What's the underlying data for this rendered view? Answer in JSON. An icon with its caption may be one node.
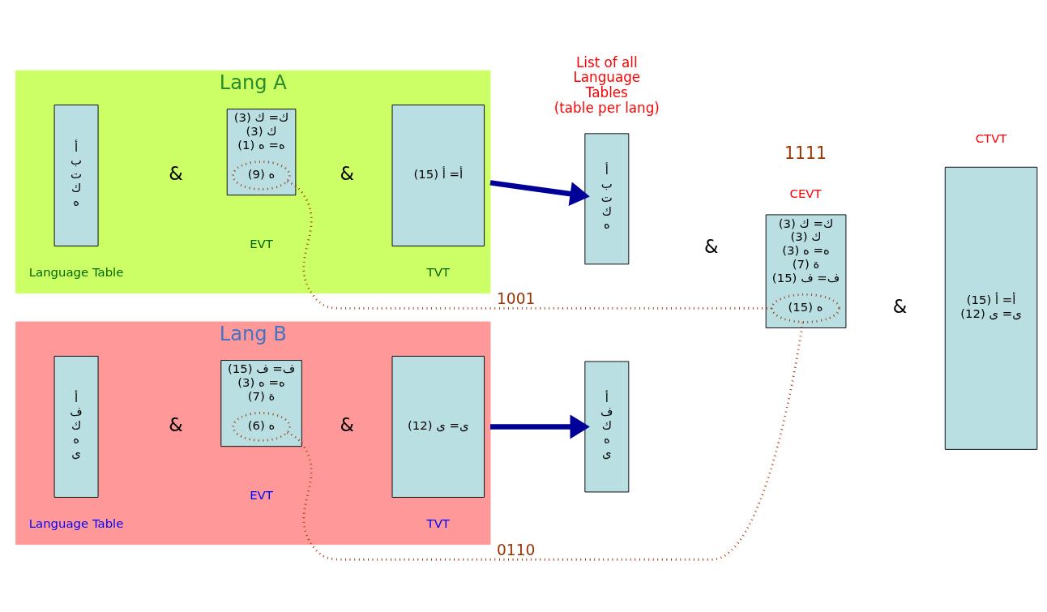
{
  "diagram": {
    "nodes": [
      {
        "text": [
          "Lang A"
        ]
      },
      {
        "text": [
          "أ",
          "ب",
          "ت",
          "ك",
          "ه"
        ],
        "in": 0,
        "beside": [
          "Language Table"
        ]
      },
      {
        "text": [
          "ك= ك (3)",
          "ك (3)",
          "ه= ه (1)"
        ],
        "in": 0,
        "beside": [
          "EVT"
        ]
      },
      {
        "text": [
          "ه (9)"
        ],
        "in": 2
      },
      {
        "text": [
          "أ= أ (15)"
        ],
        "in": 0,
        "beside": [
          "TVT"
        ]
      },
      {
        "text": [
          "Lang B"
        ]
      },
      {
        "text": [
          "أ",
          "ف",
          "ك",
          "ه",
          "ى"
        ],
        "in": 5,
        "beside": [
          "Language Table"
        ]
      },
      {
        "text": [
          "ف= ف (15)",
          "ه= ه (3)",
          "ة (7)"
        ],
        "in": 5,
        "beside": [
          "EVT"
        ]
      },
      {
        "text": [
          "ه (6)"
        ],
        "in": 7
      },
      {
        "text": [
          "ى= ى (12)"
        ],
        "in": 5,
        "beside": [
          "TVT"
        ]
      },
      {
        "text": [
          "أ",
          "ب",
          "ت",
          "ك",
          "ه"
        ]
      },
      {
        "text": [
          "أ",
          "ف",
          "ك",
          "ه",
          "ى"
        ]
      },
      {
        "text": [
          "ك= ك (3)",
          "ك (3)",
          "ه= ه (3)",
          "ة (7)",
          "ف= ف (15)"
        ],
        "beside": [
          "CEVT"
        ]
      },
      {
        "text": [
          "ه (15)"
        ],
        "in": 12
      },
      {
        "text": [
          "أ= أ (15)",
          "ى= ى (12)"
        ],
        "beside": [
          "CTVT"
        ]
      }
    ],
    "edges": [
      {
        "from": 3,
        "to": 13,
        "arrow": "none",
        "label": "1001",
        "style": "dashed",
        "color": "#993300"
      },
      {
        "from": 8,
        "to": 13,
        "arrow": "none",
        "label": "0110",
        "style": "dashed",
        "color": "#993300"
      },
      {
        "from": 0,
        "to": 10,
        "arrow": "to",
        "style": "thick",
        "color": "#000099"
      },
      {
        "from": 5,
        "to": 11,
        "arrow": "to",
        "style": "thick",
        "color": "#000099"
      }
    ],
    "labels": [
      "&",
      "&",
      "1111",
      "&",
      "&",
      "&",
      "&",
      "List of all Language Tables (table per lang)"
    ]
  }
}
